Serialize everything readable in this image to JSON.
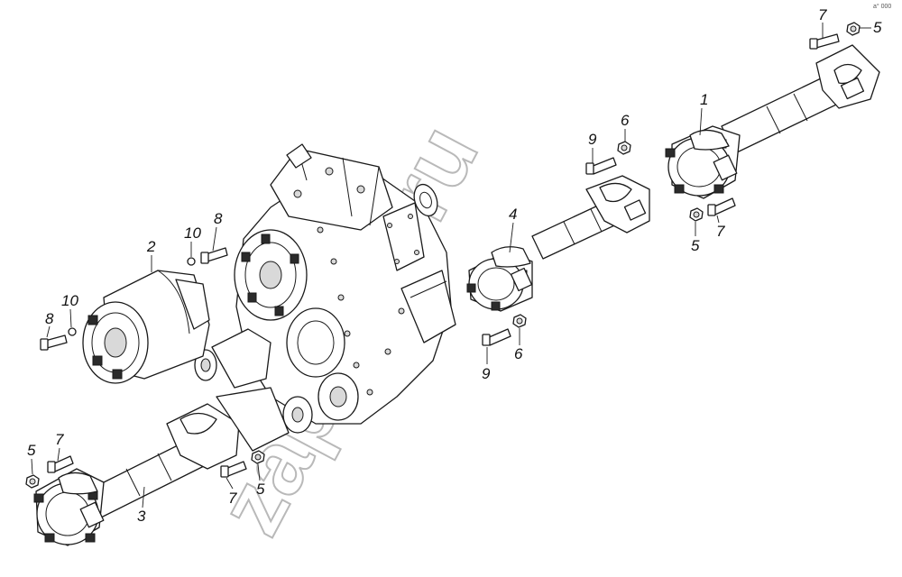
{
  "diagram": {
    "watermark": "zapcam.ru",
    "corner_mark": "a° 000",
    "callouts": [
      {
        "id": "c7a",
        "text": "7"
      },
      {
        "id": "c5a",
        "text": "5"
      },
      {
        "id": "c1",
        "text": "1"
      },
      {
        "id": "c6a",
        "text": "6"
      },
      {
        "id": "c9a",
        "text": "9"
      },
      {
        "id": "c4",
        "text": "4"
      },
      {
        "id": "c5b",
        "text": "5"
      },
      {
        "id": "c7b",
        "text": "7"
      },
      {
        "id": "c8a",
        "text": "8"
      },
      {
        "id": "c10a",
        "text": "10"
      },
      {
        "id": "c2",
        "text": "2"
      },
      {
        "id": "c10b",
        "text": "10"
      },
      {
        "id": "c8b",
        "text": "8"
      },
      {
        "id": "c9b",
        "text": "9"
      },
      {
        "id": "c6b",
        "text": "6"
      },
      {
        "id": "c7c",
        "text": "7"
      },
      {
        "id": "c5c",
        "text": "5"
      },
      {
        "id": "c3",
        "text": "3"
      },
      {
        "id": "c7d",
        "text": "7"
      },
      {
        "id": "c5d",
        "text": "5"
      }
    ]
  }
}
